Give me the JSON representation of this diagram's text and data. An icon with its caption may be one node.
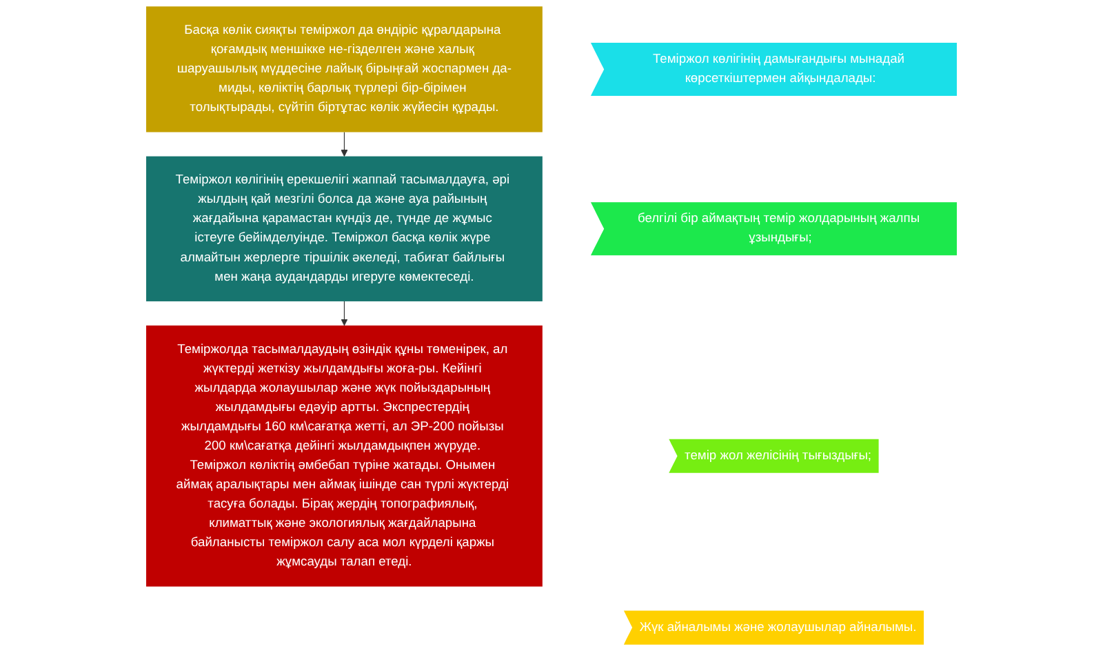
{
  "diagram": {
    "nodes": [
      {
        "text": [
          "Басқа көлік сияқты теміржол да өндіріс құралдарына қоғамдық меншікке не-гізделген және халық шаруашылық мүддесіне лайық бірыңғай жоспармен да-миды, көліктің барлық түрлері бір-бірімен толықтырады, сүйтіп біртұтас көлік жүйесін құрады."
        ]
      },
      {
        "text": [
          "Теміржол көлігінің ерекшелігі жаппай тасымалдауға, әрі жылдың қай мезгілі болса да және ауа райының жағдайына қарамастан күндіз де, түнде де жұмыс істеуге бейімделуінде. Теміржол басқа көлік жүре алмайтын жерлерге тіршілік әкеледі, табиғат байлығы мен жаңа аудандарды игеруге көмектеседі."
        ]
      },
      {
        "text": [
          "Теміржолда тасымалдаудың өзіндік құны төменірек, ал жүктерді жеткізу жылдамдығы жоға-ры. Кейінгі жылдарда жолаушылар және жүк пойыздарының жылдамдығы едәуір артты. Экспрестердің жылдамдығы 160 км\\сағатқа жетті, ал ЭР-200 пойызы 200 км\\сағатқа дейінгі жылдамдықпен жүруде. Теміржол көліктің әмбебап түріне жатады. Онымен аймақ аралықтары мен аймақ ішінде сан түрлі жүктерді тасуға болады. Бірақ жердің топографиялық, климаттық және экологиялық жағдайларына байланысты теміржол салу аса мол күрделі қаржы жұмсауды талап етеді."
        ]
      },
      {
        "text": [
          "Теміржол көлігінің дамығандығы мынадай көрсеткіштермен айқындалады:"
        ]
      },
      {
        "text": [
          "белгілі бір аймақтың темір жолдарының жалпы ұзындығы;"
        ]
      },
      {
        "text": [
          "темір жол желісінің тығыздығы;"
        ]
      },
      {
        "text": [
          "Жүк айналымы және жолаушылар айналымы."
        ]
      }
    ],
    "edges": [
      {
        "from": 0,
        "to": 1,
        "arrow": "to"
      },
      {
        "from": 1,
        "to": 2,
        "arrow": "to"
      }
    ]
  }
}
